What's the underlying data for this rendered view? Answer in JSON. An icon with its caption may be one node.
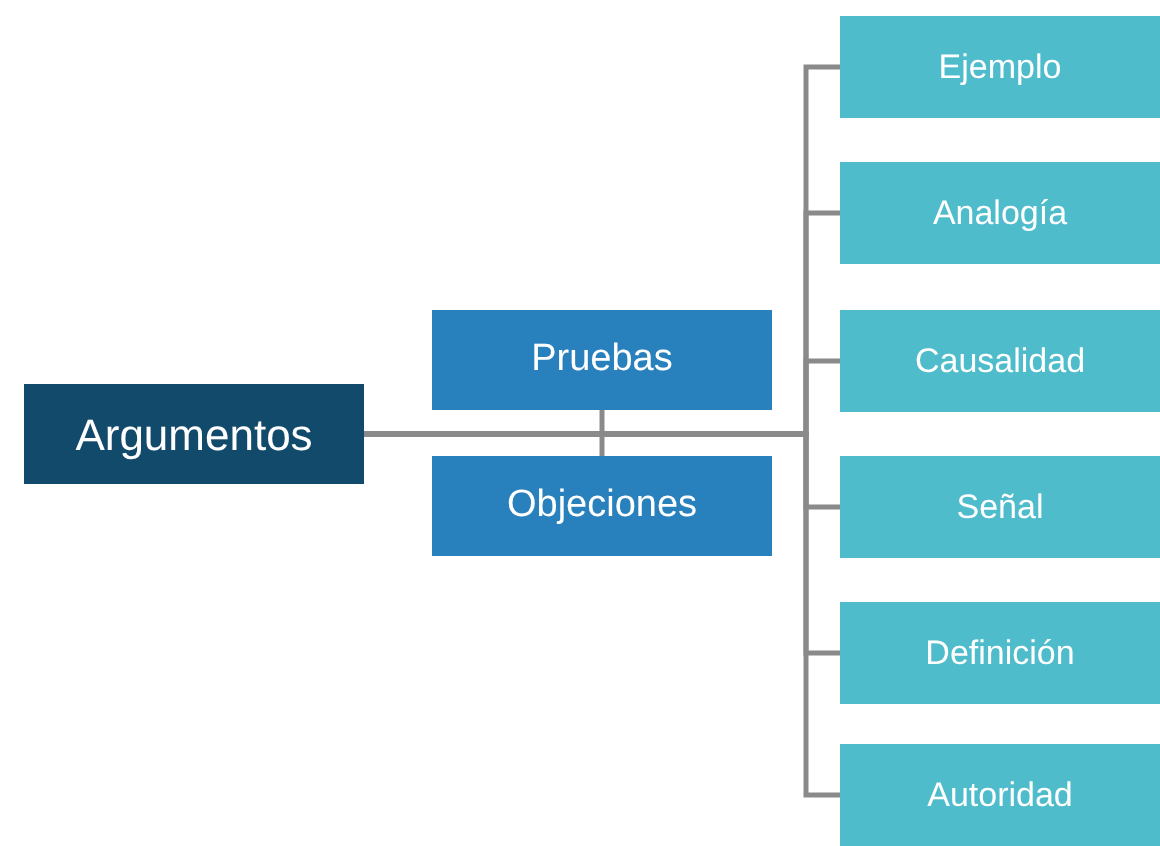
{
  "diagram": {
    "nodes": [
      {
        "text": [
          "Argumentos"
        ]
      },
      {
        "text": [
          "Pruebas"
        ]
      },
      {
        "text": [
          "Objeciones"
        ]
      },
      {
        "text": [
          "Ejemplo"
        ]
      },
      {
        "text": [
          "Analogía"
        ]
      },
      {
        "text": [
          "Causalidad"
        ]
      },
      {
        "text": [
          "Señal"
        ]
      },
      {
        "text": [
          "Definición"
        ]
      },
      {
        "text": [
          "Autoridad"
        ]
      }
    ],
    "edges": [
      {
        "from": 1,
        "to": 2,
        "arrow": "none"
      },
      {
        "from": 0,
        "to": 3,
        "arrow": "none"
      },
      {
        "from": 0,
        "to": 4,
        "arrow": "none"
      },
      {
        "from": 0,
        "to": 5,
        "arrow": "none"
      },
      {
        "from": 0,
        "to": 6,
        "arrow": "none"
      },
      {
        "from": 0,
        "to": 7,
        "arrow": "none"
      },
      {
        "from": 0,
        "to": 8,
        "arrow": "none"
      }
    ]
  }
}
